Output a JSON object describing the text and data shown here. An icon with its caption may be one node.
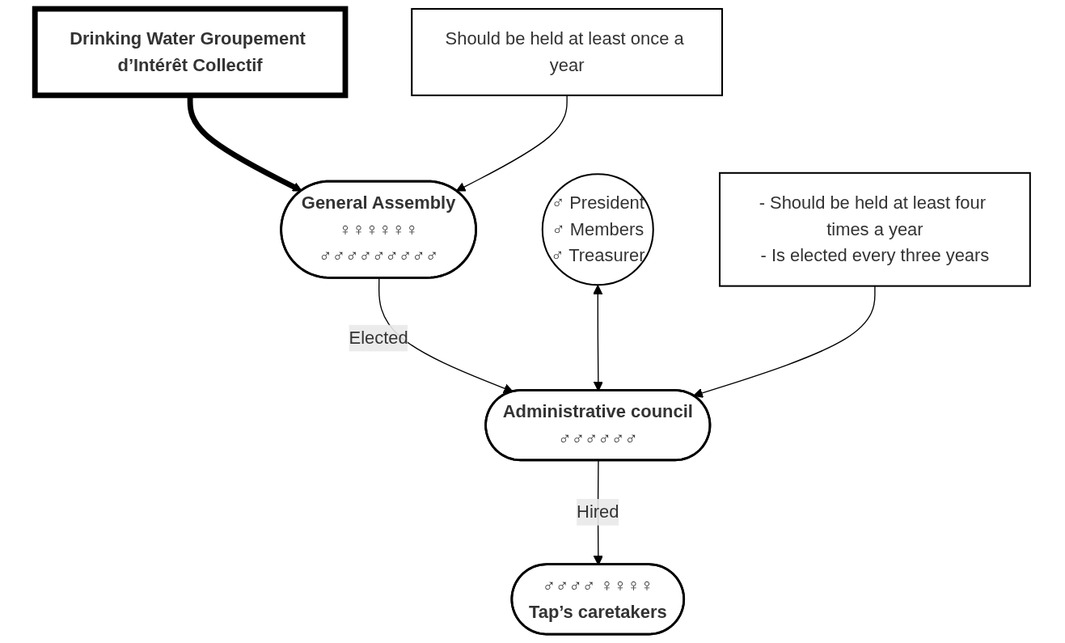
{
  "diagram": {
    "nodes": [
      {
        "text": [
          "Drinking Water Groupement d’Intérêt Collectif"
        ]
      },
      {
        "text": [
          "General Assembly",
          "♀♀♀♀♀♀",
          "♂♂♂♂♂♂♂♂♂"
        ]
      },
      {
        "text": [
          "Should be held at least once a year"
        ]
      },
      {
        "text": [
          "♂ President",
          "♂ Members",
          "♂ Treasurer"
        ]
      },
      {
        "text": [
          "Administrative council",
          "♂♂♂♂♂♂"
        ]
      },
      {
        "text": [
          "- Should be held at least four times a year",
          "- Is elected every three years"
        ]
      },
      {
        "text": [
          "♂♂♂♂ ♀♀♀♀",
          "Tap’s caretakers"
        ]
      }
    ],
    "edges": [
      {
        "from": 0,
        "to": 1,
        "arrow": "to",
        "style": "thick"
      },
      {
        "from": 2,
        "to": 1,
        "arrow": "to"
      },
      {
        "from": 1,
        "to": 4,
        "arrow": "to",
        "label": "Elected"
      },
      {
        "from": 3,
        "to": 4,
        "arrow": "both"
      },
      {
        "from": 5,
        "to": 4,
        "arrow": "to"
      },
      {
        "from": 4,
        "to": 6,
        "arrow": "to",
        "label": "Hired"
      }
    ]
  }
}
